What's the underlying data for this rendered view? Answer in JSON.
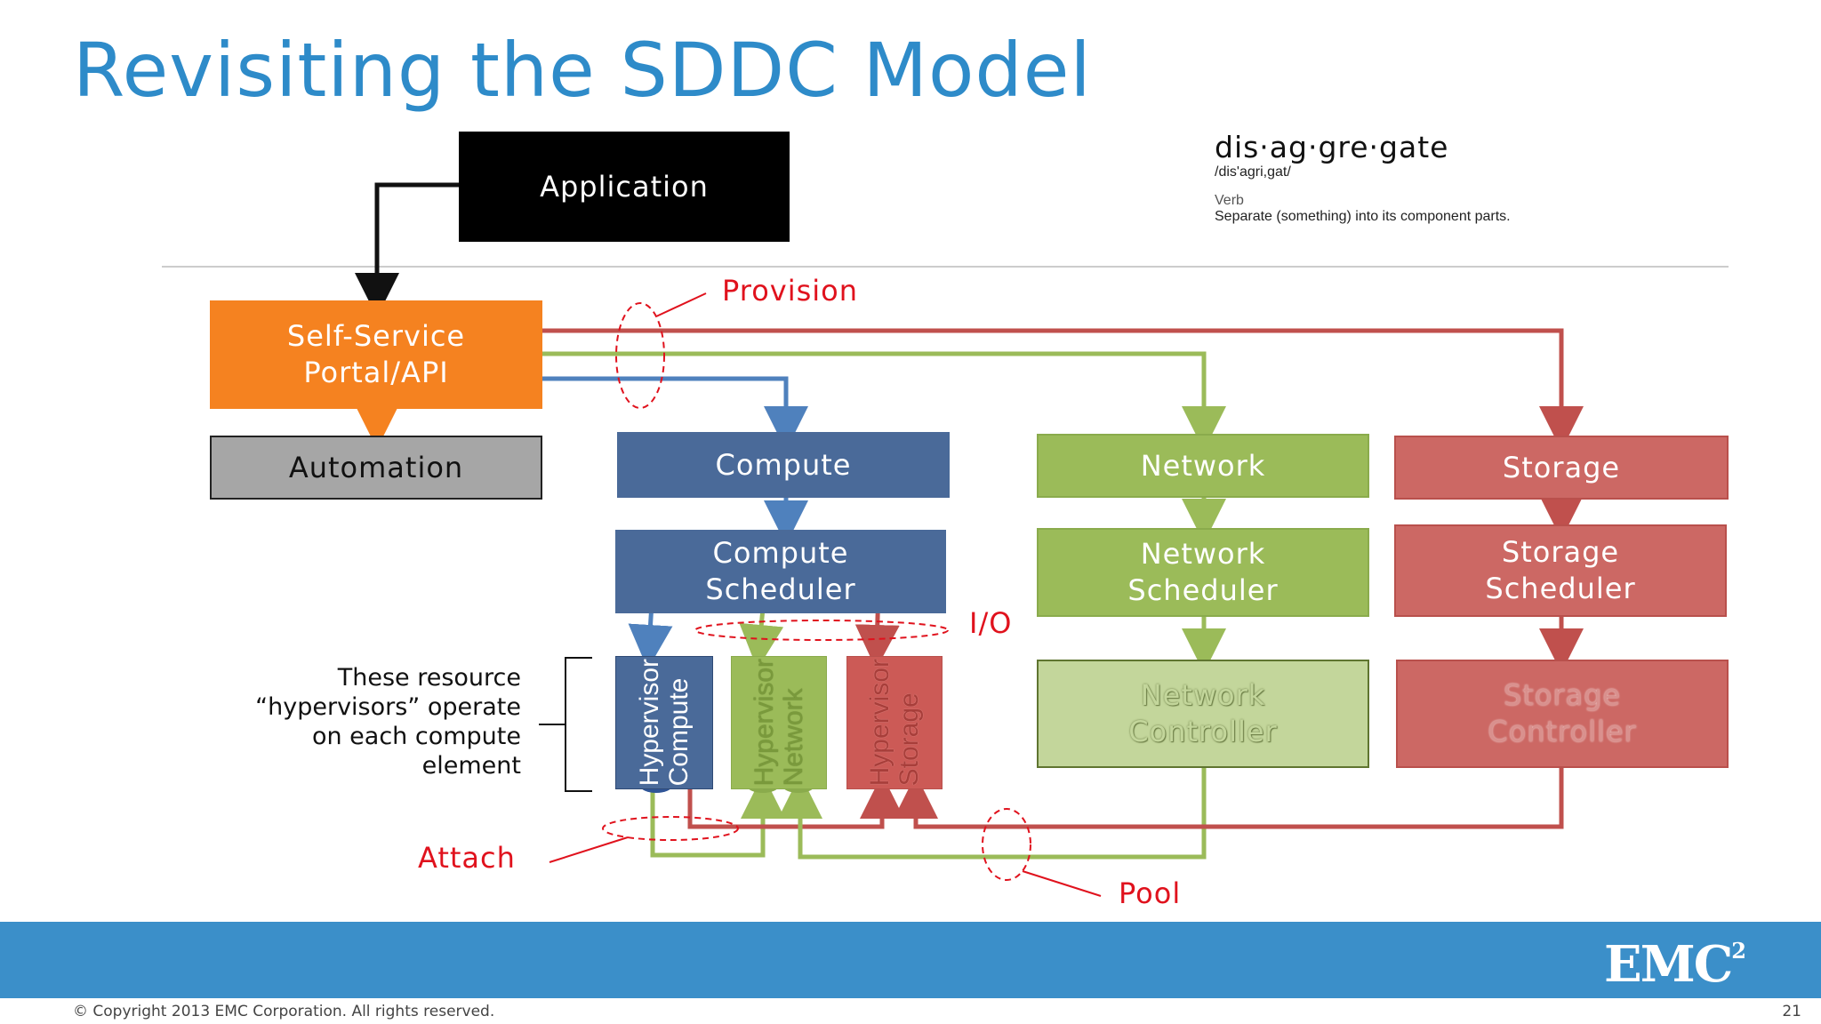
{
  "title": "Revisiting the SDDC Model",
  "definition": {
    "word": "dis·ag·gre·gate",
    "pronunciation": "/dis'agri,gat/",
    "pos": "Verb",
    "meaning": "Separate (something) into its component parts."
  },
  "boxes": {
    "application": "Application",
    "portal_line1": "Self-Service",
    "portal_line2": "Portal/API",
    "automation": "Automation",
    "compute": "Compute",
    "network": "Network",
    "storage": "Storage",
    "compute_scheduler_line1": "Compute",
    "compute_scheduler_line2": "Scheduler",
    "network_scheduler_line1": "Network",
    "network_scheduler_line2": "Scheduler",
    "storage_scheduler_line1": "Storage",
    "storage_scheduler_line2": "Scheduler",
    "network_controller_line1": "Network",
    "network_controller_line2": "Controller",
    "storage_controller_line1": "Storage",
    "storage_controller_line2": "Controller"
  },
  "hypervisors": {
    "compute": [
      "Compute",
      "Hypervisor"
    ],
    "network": [
      "Network",
      "Hypervisor"
    ],
    "storage": [
      "Storage",
      "Hypervisor"
    ]
  },
  "note": [
    "These resource",
    "“hypervisors” operate",
    "on each compute",
    "element"
  ],
  "labels": {
    "provision": "Provision",
    "io": "I/O",
    "attach": "Attach",
    "pool": "Pool"
  },
  "colors": {
    "title": "#2e8bc9",
    "orange": "#f58220",
    "blue": "#4a6a99",
    "green": "#9bbb59",
    "red": "#c0504d",
    "annotation_red": "#e0121d",
    "footer": "#3b8fc9"
  },
  "footer": {
    "logo": "EMC",
    "logo_sup": "2",
    "copyright": "© Copyright 2013 EMC Corporation. All rights reserved.",
    "page": "21"
  }
}
